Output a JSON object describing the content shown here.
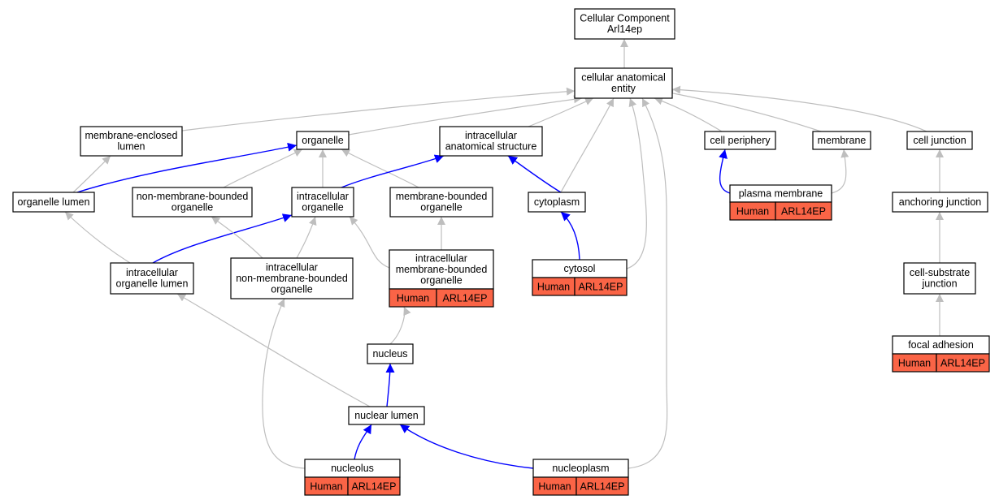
{
  "colors": {
    "background": "#ffffff",
    "node_border": "#000000",
    "node_fill": "#ffffff",
    "annotation_fill": "#fa6446",
    "edge_gray": "#bebebe",
    "edge_blue": "#0000ff"
  },
  "nodes": [
    {
      "id": "root",
      "lines": [
        "Cellular Component",
        "Arl14ep"
      ]
    },
    {
      "id": "cae",
      "lines": [
        "cellular anatomical",
        "entity"
      ]
    },
    {
      "id": "mel",
      "lines": [
        "membrane-enclosed",
        "lumen"
      ]
    },
    {
      "id": "org",
      "lines": [
        "organelle"
      ]
    },
    {
      "id": "ias",
      "lines": [
        "intracellular",
        "anatomical structure"
      ]
    },
    {
      "id": "cper",
      "lines": [
        "cell periphery"
      ]
    },
    {
      "id": "mem",
      "lines": [
        "membrane"
      ]
    },
    {
      "id": "cjun",
      "lines": [
        "cell junction"
      ]
    },
    {
      "id": "orgl",
      "lines": [
        "organelle lumen"
      ]
    },
    {
      "id": "nmbo",
      "lines": [
        "non-membrane-bounded",
        "organelle"
      ]
    },
    {
      "id": "io",
      "lines": [
        "intracellular",
        "organelle"
      ]
    },
    {
      "id": "mbo",
      "lines": [
        "membrane-bounded",
        "organelle"
      ]
    },
    {
      "id": "cyto",
      "lines": [
        "cytoplasm"
      ]
    },
    {
      "id": "pm",
      "lines": [
        "plasma membrane"
      ],
      "annotation": [
        "Human",
        "ARL14EP"
      ]
    },
    {
      "id": "aj",
      "lines": [
        "anchoring junction"
      ]
    },
    {
      "id": "iol",
      "lines": [
        "intracellular",
        "organelle lumen"
      ]
    },
    {
      "id": "inmbo",
      "lines": [
        "intracellular",
        "non-membrane-bounded",
        "organelle"
      ]
    },
    {
      "id": "imbo",
      "lines": [
        "intracellular",
        "membrane-bounded",
        "organelle"
      ],
      "annotation": [
        "Human",
        "ARL14EP"
      ]
    },
    {
      "id": "cytosol",
      "lines": [
        "cytosol"
      ],
      "annotation": [
        "Human",
        "ARL14EP"
      ]
    },
    {
      "id": "csj",
      "lines": [
        "cell-substrate",
        "junction"
      ]
    },
    {
      "id": "nuc",
      "lines": [
        "nucleus"
      ]
    },
    {
      "id": "fa",
      "lines": [
        "focal adhesion"
      ],
      "annotation": [
        "Human",
        "ARL14EP"
      ]
    },
    {
      "id": "nl",
      "lines": [
        "nuclear lumen"
      ]
    },
    {
      "id": "nucleolus",
      "lines": [
        "nucleolus"
      ],
      "annotation": [
        "Human",
        "ARL14EP"
      ]
    },
    {
      "id": "np",
      "lines": [
        "nucleoplasm"
      ],
      "annotation": [
        "Human",
        "ARL14EP"
      ]
    }
  ],
  "edges": [
    {
      "from": "cae",
      "to": "root",
      "kind": "gray"
    },
    {
      "from": "mel",
      "to": "cae",
      "kind": "gray"
    },
    {
      "from": "org",
      "to": "cae",
      "kind": "gray"
    },
    {
      "from": "ias",
      "to": "cae",
      "kind": "gray"
    },
    {
      "from": "cyto",
      "to": "cae",
      "kind": "gray"
    },
    {
      "from": "cytosol",
      "to": "cae",
      "kind": "gray"
    },
    {
      "from": "np",
      "to": "cae",
      "kind": "gray"
    },
    {
      "from": "cper",
      "to": "cae",
      "kind": "gray"
    },
    {
      "from": "mem",
      "to": "cae",
      "kind": "gray"
    },
    {
      "from": "cjun",
      "to": "cae",
      "kind": "gray"
    },
    {
      "from": "orgl",
      "to": "mel",
      "kind": "gray"
    },
    {
      "from": "orgl",
      "to": "org",
      "kind": "blue"
    },
    {
      "from": "nmbo",
      "to": "org",
      "kind": "gray"
    },
    {
      "from": "io",
      "to": "org",
      "kind": "gray"
    },
    {
      "from": "mbo",
      "to": "org",
      "kind": "gray"
    },
    {
      "from": "io",
      "to": "ias",
      "kind": "blue"
    },
    {
      "from": "cyto",
      "to": "ias",
      "kind": "blue"
    },
    {
      "from": "pm",
      "to": "cper",
      "kind": "blue"
    },
    {
      "from": "pm",
      "to": "mem",
      "kind": "gray"
    },
    {
      "from": "aj",
      "to": "cjun",
      "kind": "gray"
    },
    {
      "from": "iol",
      "to": "orgl",
      "kind": "gray"
    },
    {
      "from": "iol",
      "to": "io",
      "kind": "blue"
    },
    {
      "from": "inmbo",
      "to": "nmbo",
      "kind": "gray"
    },
    {
      "from": "inmbo",
      "to": "io",
      "kind": "gray"
    },
    {
      "from": "imbo",
      "to": "io",
      "kind": "gray"
    },
    {
      "from": "imbo",
      "to": "mbo",
      "kind": "gray"
    },
    {
      "from": "cytosol",
      "to": "cyto",
      "kind": "blue"
    },
    {
      "from": "csj",
      "to": "aj",
      "kind": "gray"
    },
    {
      "from": "fa",
      "to": "csj",
      "kind": "gray"
    },
    {
      "from": "nuc",
      "to": "imbo",
      "kind": "gray"
    },
    {
      "from": "nl",
      "to": "nuc",
      "kind": "blue"
    },
    {
      "from": "nl",
      "to": "iol",
      "kind": "gray"
    },
    {
      "from": "nucleolus",
      "to": "nl",
      "kind": "blue"
    },
    {
      "from": "nucleolus",
      "to": "inmbo",
      "kind": "gray"
    },
    {
      "from": "np",
      "to": "nl",
      "kind": "blue"
    }
  ]
}
